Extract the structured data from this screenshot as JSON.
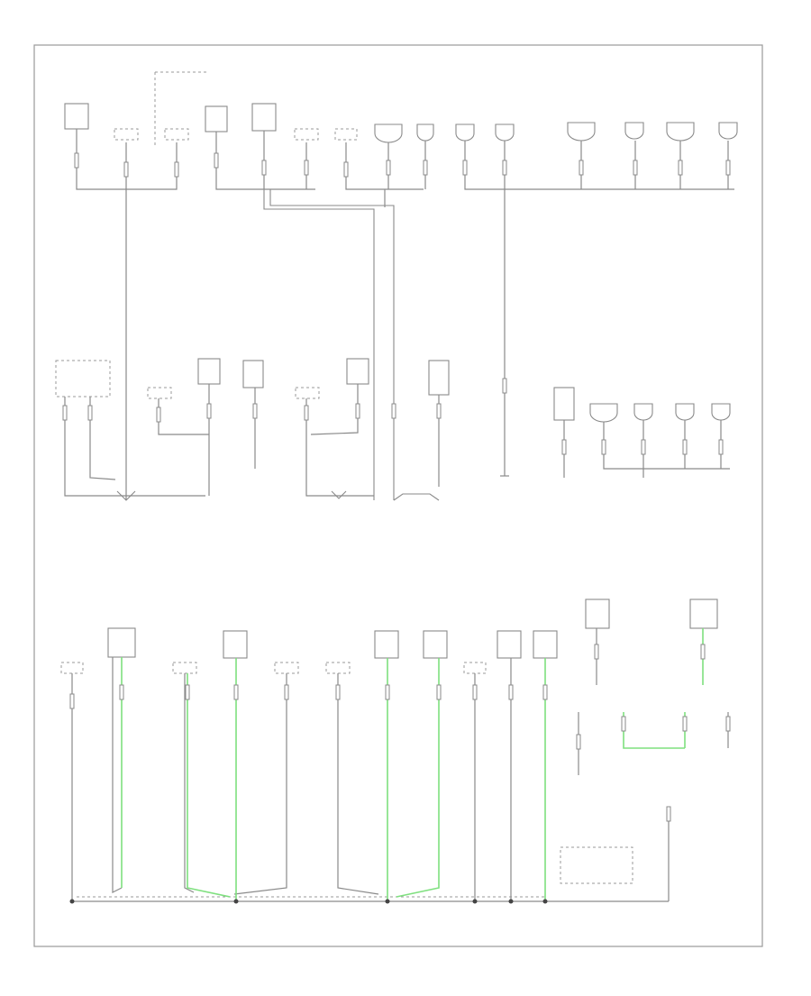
{
  "diagram": {
    "title": "",
    "corner_label": "",
    "colors": {
      "wire": "#8a8a8a",
      "green_wire": "#7fe07f",
      "frame": "#9a9a9a"
    },
    "top_row": {
      "components": [
        {
          "id": "t1",
          "label": ""
        },
        {
          "id": "t2",
          "label": ""
        },
        {
          "id": "t3",
          "label": ""
        },
        {
          "id": "t4",
          "label": ""
        },
        {
          "id": "t5",
          "label": ""
        },
        {
          "id": "t6",
          "label": ""
        },
        {
          "id": "t7",
          "label": ""
        },
        {
          "id": "t8",
          "label": ""
        },
        {
          "id": "t9",
          "label": ""
        },
        {
          "id": "t10",
          "label": ""
        },
        {
          "id": "t11",
          "label": ""
        },
        {
          "id": "t12",
          "label": ""
        },
        {
          "id": "t13",
          "label": ""
        },
        {
          "id": "t14",
          "label": ""
        },
        {
          "id": "t15",
          "label": ""
        }
      ]
    },
    "middle_row": {
      "components": [
        {
          "id": "m1",
          "label": ""
        },
        {
          "id": "m2",
          "label": ""
        },
        {
          "id": "m3",
          "label": ""
        },
        {
          "id": "m4",
          "label": ""
        },
        {
          "id": "m5",
          "label": ""
        },
        {
          "id": "m6",
          "label": ""
        },
        {
          "id": "m7",
          "label": ""
        },
        {
          "id": "m8",
          "label": ""
        },
        {
          "id": "m9",
          "label": ""
        },
        {
          "id": "m10",
          "label": ""
        },
        {
          "id": "m11",
          "label": ""
        },
        {
          "id": "m12",
          "label": ""
        },
        {
          "id": "m13",
          "label": ""
        }
      ]
    },
    "bottom_row": {
      "components": [
        {
          "id": "b1",
          "label": ""
        },
        {
          "id": "b2",
          "label": ""
        },
        {
          "id": "b3",
          "label": ""
        },
        {
          "id": "b4",
          "label": ""
        },
        {
          "id": "b5",
          "label": ""
        },
        {
          "id": "b6",
          "label": ""
        },
        {
          "id": "b7",
          "label": ""
        },
        {
          "id": "b8",
          "label": ""
        },
        {
          "id": "b9",
          "label": ""
        },
        {
          "id": "b10",
          "label": ""
        },
        {
          "id": "b11",
          "label": ""
        },
        {
          "id": "b12",
          "label": ""
        },
        {
          "id": "b13",
          "label": ""
        }
      ]
    }
  }
}
